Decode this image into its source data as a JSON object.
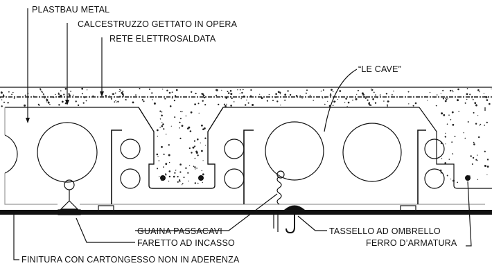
{
  "labels": {
    "plastbau": "PLASTBAU METAL",
    "calcestruzzo": "CALCESTRUZZO GETTATO IN OPERA",
    "rete": "RETE ELETTROSALDATA",
    "le_cave": "“LE CAVE”",
    "guaina": "GUAINA PASSACAVI",
    "faretto": "FARETTO AD INCASSO",
    "tassello": "TASSELLO AD OMBRELLO",
    "ferro": "FERRO D’ARMATURA",
    "finitura": "FINITURA CON CARTONGESSO NON IN ADERENZA"
  },
  "colors": {
    "line": "#111111",
    "background": "#ffffff"
  }
}
